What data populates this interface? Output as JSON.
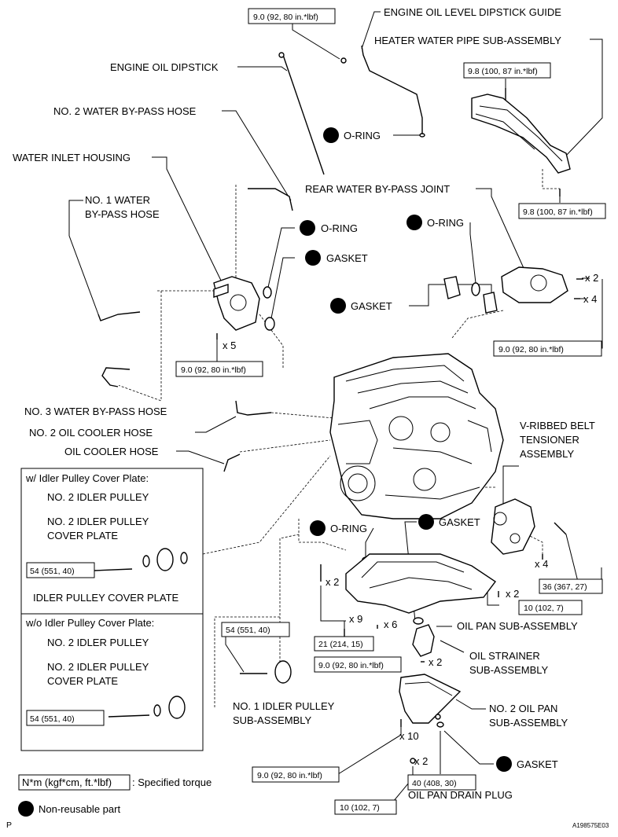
{
  "labels": {
    "dipstick_guide": "ENGINE OIL LEVEL DIPSTICK GUIDE",
    "heater_pipe": "HEATER WATER PIPE SUB-ASSEMBLY",
    "dipstick": "ENGINE OIL DIPSTICK",
    "oring": "O-RING",
    "gasket": "GASKET",
    "no2_bypass": "NO. 2 WATER BY-PASS HOSE",
    "water_inlet": "WATER INLET HOUSING",
    "rear_bypass": "REAR WATER BY-PASS JOINT",
    "no1_bypass_line1": "NO. 1 WATER",
    "no1_bypass_line2": "BY-PASS HOSE",
    "no3_bypass": "NO. 3 WATER BY-PASS HOSE",
    "no2_oil_cooler": "NO. 2 OIL COOLER HOSE",
    "oil_cooler": "OIL COOLER HOSE",
    "vribbed_line1": "V-RIBBED BELT",
    "vribbed_line2": "TENSIONER",
    "vribbed_line3": "ASSEMBLY",
    "w_idler_title": "w/ Idler Pulley Cover Plate:",
    "wo_idler_title": "w/o Idler Pulley Cover Plate:",
    "no2_idler": "NO. 2 IDLER PULLEY",
    "no2_idler_cover_line1": "NO. 2 IDLER PULLEY",
    "no2_idler_cover_line2": "COVER PLATE",
    "idler_cover": "IDLER PULLEY COVER PLATE",
    "oil_pan": "OIL PAN SUB-ASSEMBLY",
    "oil_strainer_line1": "OIL STRAINER",
    "oil_strainer_line2": "SUB-ASSEMBLY",
    "no1_idler_line1": "NO. 1 IDLER PULLEY",
    "no1_idler_line2": "SUB-ASSEMBLY",
    "no2_oil_pan_line1": "NO. 2 OIL PAN",
    "no2_oil_pan_line2": "SUB-ASSEMBLY",
    "drain_plug": "OIL PAN DRAIN PLUG"
  },
  "torques": {
    "t9_0": "9.0 (92, 80 in.*lbf)",
    "t9_8": "9.8 (100, 87 in.*lbf)",
    "t54": "54 (551, 40)",
    "t36": "36 (367, 27)",
    "t10": "10 (102, 7)",
    "t21": "21 (214, 15)",
    "t40": "40 (408, 30)"
  },
  "counts": {
    "x2": "x 2",
    "x4": "x 4",
    "x5": "x 5",
    "x6": "x 6",
    "x9": "x 9",
    "x10": "x 10"
  },
  "legend": {
    "torque_box": "N*m (kgf*cm, ft.*lbf)",
    "torque_desc": ": Specified torque",
    "non_reusable": "Non-reusable part"
  },
  "footer": {
    "left": "P",
    "right": "A198575E03"
  }
}
